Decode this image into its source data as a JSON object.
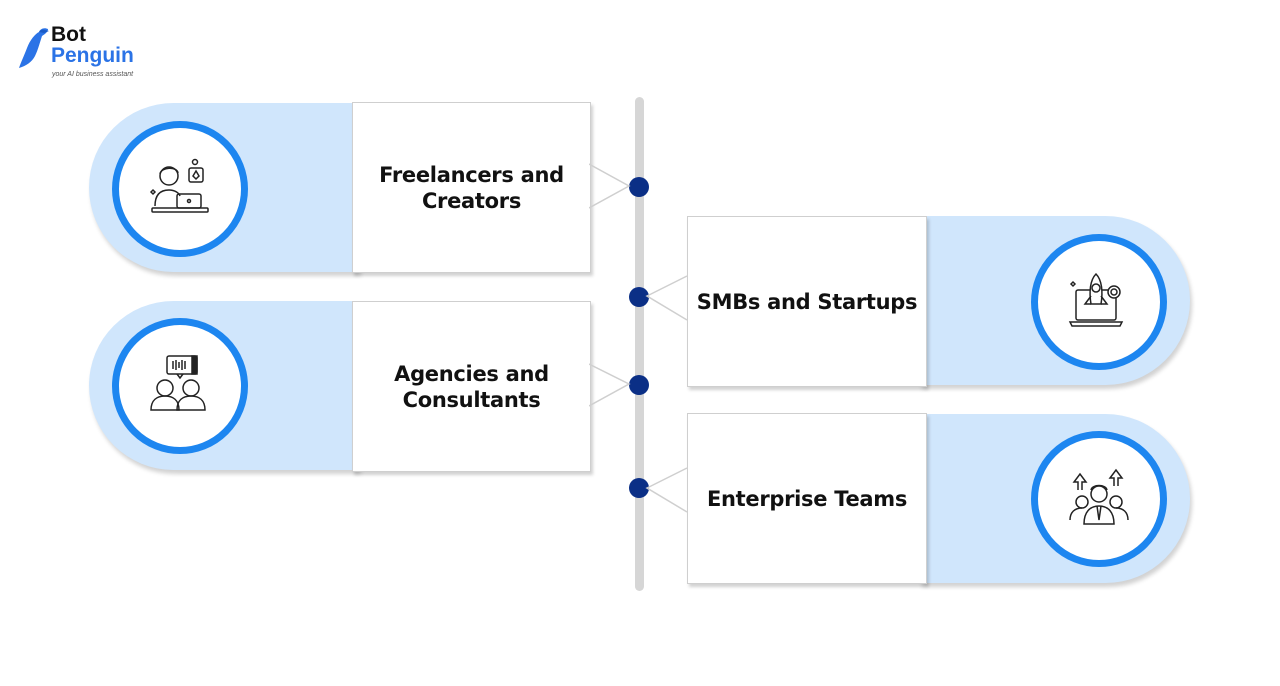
{
  "logo": {
    "line1": "Bot",
    "line2": "Penguin",
    "tagline": "your AI business assistant",
    "icon": "penguin-icon",
    "colors": {
      "bot": "#111111",
      "penguin": "#2b73e6"
    }
  },
  "timeline": {
    "spine_color": "#d6d6d6",
    "dot_color": "#0b2f86",
    "ring_color": "#1d86f0",
    "pill_color": "#d0e6fc",
    "items": [
      {
        "label": "Freelancers and Creators",
        "side": "left",
        "icon": "freelancer-laptop-icon"
      },
      {
        "label": "SMBs and Startups",
        "side": "right",
        "icon": "rocket-laptop-icon"
      },
      {
        "label": "Agencies and Consultants",
        "side": "left",
        "icon": "consultants-chat-icon"
      },
      {
        "label": "Enterprise Teams",
        "side": "right",
        "icon": "team-growth-icon"
      }
    ]
  }
}
